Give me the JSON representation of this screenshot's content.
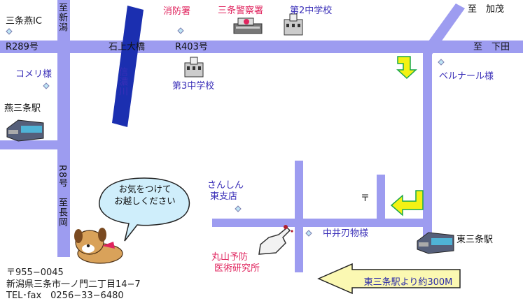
{
  "map": {
    "towns": {
      "sanjo_tsubame_ic": "三条燕IC",
      "to_niigata": "至新潟",
      "to_kamo": "至　加茂",
      "to_shimoda": "至　下田",
      "to_nagaoka": "至長岡",
      "route8": "R8号"
    },
    "roads": {
      "r289": "R289号",
      "r403": "R403号",
      "bridge": "石上大橋",
      "river": "信濃川"
    },
    "landmarks": {
      "fire_station": "消防署",
      "police": "三条警察署",
      "school2": "第2中学校",
      "school3": "第3中学校",
      "komeri": "コメリ様",
      "tsubame_sanjo_station": "燕三条駅",
      "bernard": "ベルナール様",
      "sanshin_line1": "さんしん",
      "sanshin_line2": "東支店",
      "post": "〒",
      "nakai": "中井刃物様",
      "higashi_sanjo_station": "東三条駅",
      "clinic_line1": "丸山予防",
      "clinic_line2": "医術研究所"
    },
    "callout": {
      "line1": "お気をつけて",
      "line2": "お越しください"
    },
    "banner": "東三条駅より約300M",
    "address": {
      "postal": "〒955−0045",
      "street": "新潟県三条市一ノ門二丁目14−7",
      "phone": "TEL･fax　0256−33−6480"
    },
    "colors": {
      "road": "#9d9cf0",
      "river": "#1b2fb0",
      "label_blue": "#3a2fb8",
      "label_red": "#e0245e",
      "arrow_yellow": "#f3f214",
      "arrow_green": "#1aa84a",
      "banner_fill": "#fbf8b2"
    }
  }
}
